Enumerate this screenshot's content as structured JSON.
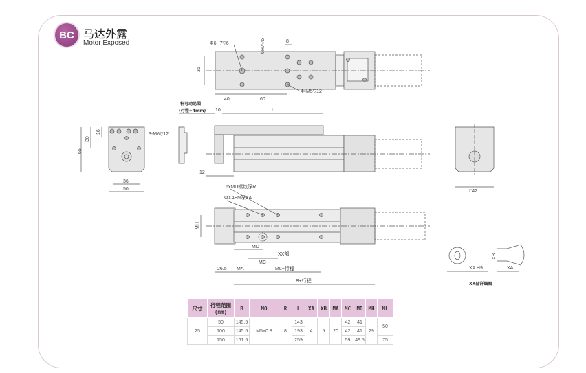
{
  "header": {
    "badge": "BC",
    "title_cn": "马达外露",
    "title_en": "Motor Exposed"
  },
  "top_view": {
    "hole_label": "Φ6H7▽6",
    "slot_label": "6H7▽6",
    "dim_8": "8",
    "dim_36": "36",
    "dim_40": "40",
    "dim_60": "60",
    "tap_label": "4×M5▽12"
  },
  "side_view": {
    "range_label": "杆可动范围",
    "range_sub": "(行程+4mm)",
    "dim_10": "10",
    "dim_L": "L",
    "dim_12": "12"
  },
  "end_view_left": {
    "dim_16": "16",
    "dim_30": "30",
    "dim_65": "65",
    "tap_label": "3-M6▽12",
    "dim_36": "36",
    "dim_50": "50"
  },
  "end_view_right": {
    "dim_42": "□42"
  },
  "bottom_view": {
    "thread_label": "6xMD螺纹深R",
    "pin_label": "ΦXAH9深XA",
    "dim_MH": "MH",
    "dim_MD": "MD",
    "xx_label": "XX部",
    "dim_MC": "MC",
    "dim_26_5": "26.5",
    "dim_MA": "MA",
    "dim_ML": "ML+行程",
    "dim_B": "B+行程"
  },
  "detail": {
    "xa_h9": "XA  H9",
    "xb": "XB",
    "xa": "XA",
    "caption": "XX部详细图"
  },
  "table": {
    "headers": [
      "尺寸",
      "行程范围 (mm)",
      "B",
      "MO",
      "R",
      "L",
      "XA",
      "XB",
      "MA",
      "MC",
      "MD",
      "MH",
      "ML"
    ],
    "size": "25",
    "mo": "M5×0.8",
    "r": "8",
    "xa": "4",
    "xb": "5",
    "ma": "20",
    "mh": "29",
    "rows": [
      {
        "stroke": "50",
        "b": "145.5",
        "l": "143",
        "mc": "42",
        "md": "41"
      },
      {
        "stroke": "100",
        "b": "145.5",
        "l": "193",
        "mc": "42",
        "md": "41"
      },
      {
        "stroke": "150",
        "b": "161.5",
        "l": "259",
        "mc": "59",
        "md": "49.5"
      }
    ],
    "ml_a": "50",
    "ml_b": "75"
  }
}
